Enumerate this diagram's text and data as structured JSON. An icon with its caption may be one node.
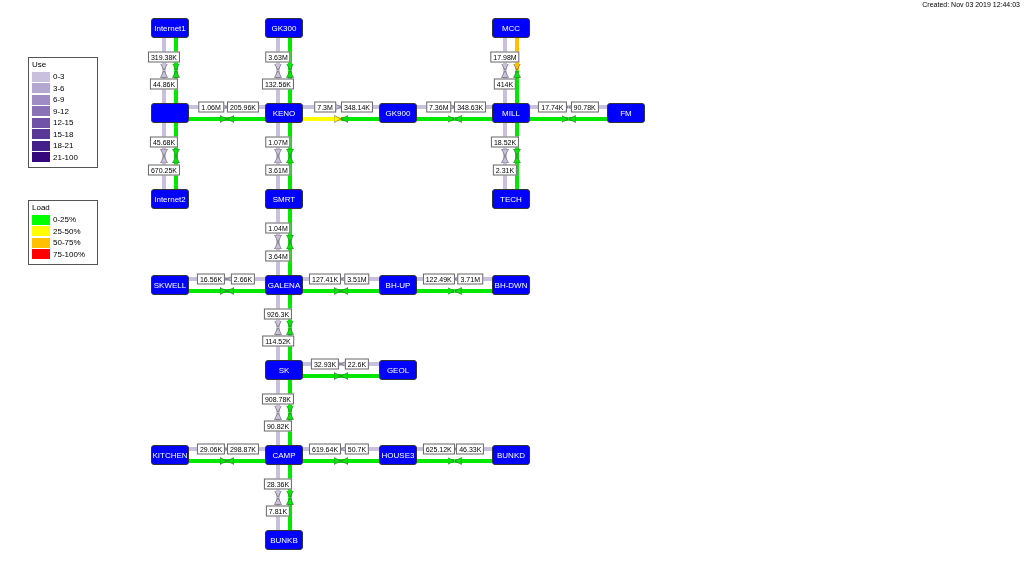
{
  "diagram": {
    "nodes": [
      {
        "text": [
          "Internet1"
        ]
      },
      {
        "text": [
          "GK300"
        ]
      },
      {
        "text": [
          "MCC"
        ]
      },
      {
        "text": [],
        "shape": "box"
      },
      {
        "text": [
          "KENO"
        ]
      },
      {
        "text": [
          "GK900"
        ]
      },
      {
        "text": [
          "MILL"
        ]
      },
      {
        "text": [
          "FM"
        ]
      },
      {
        "text": [
          "Internet2"
        ]
      },
      {
        "text": [
          "SMRT"
        ]
      },
      {
        "text": [
          "TECH"
        ]
      },
      {
        "text": [
          "SKWELL"
        ]
      },
      {
        "text": [
          "GALENA"
        ]
      },
      {
        "text": [
          "BH-UP"
        ]
      },
      {
        "text": [
          "BH-DWN"
        ]
      },
      {
        "text": [
          "SK"
        ]
      },
      {
        "text": [
          "GEOL"
        ]
      },
      {
        "text": [
          "KITCHEN"
        ]
      },
      {
        "text": [
          "CAMP"
        ]
      },
      {
        "text": [
          "HOUSE3"
        ]
      },
      {
        "text": [
          "BUNKD"
        ]
      },
      {
        "text": [
          "BUNKB"
        ]
      }
    ],
    "edges": [
      {
        "from": 0,
        "to": 3,
        "arrow": "to",
        "label": "319.38K"
      },
      {
        "from": 3,
        "to": 0,
        "arrow": "to",
        "label": "44.86K"
      },
      {
        "from": 3,
        "to": 4,
        "arrow": "to",
        "label": "1.06M"
      },
      {
        "from": 4,
        "to": 3,
        "arrow": "to",
        "label": "205.96K"
      },
      {
        "from": 1,
        "to": 4,
        "arrow": "to",
        "label": "3.63M"
      },
      {
        "from": 4,
        "to": 1,
        "arrow": "to",
        "label": "132.56K"
      },
      {
        "from": 4,
        "to": 5,
        "arrow": "to",
        "label": "7.3M",
        "color": "#ffff00"
      },
      {
        "from": 5,
        "to": 4,
        "arrow": "to",
        "label": "348.14K"
      },
      {
        "from": 5,
        "to": 6,
        "arrow": "to",
        "label": "7.36M"
      },
      {
        "from": 6,
        "to": 5,
        "arrow": "to",
        "label": "348.63K"
      },
      {
        "from": 2,
        "to": 6,
        "arrow": "to",
        "label": "17.98M",
        "color": "#ffc000"
      },
      {
        "from": 6,
        "to": 2,
        "arrow": "to",
        "label": "414K"
      },
      {
        "from": 6,
        "to": 7,
        "arrow": "to",
        "label": "17.74K"
      },
      {
        "from": 7,
        "to": 6,
        "arrow": "to",
        "label": "90.78K"
      },
      {
        "from": 3,
        "to": 8,
        "arrow": "to",
        "label": "45.68K"
      },
      {
        "from": 8,
        "to": 3,
        "arrow": "to",
        "label": "670.25K"
      },
      {
        "from": 4,
        "to": 9,
        "arrow": "to",
        "label": "1.07M"
      },
      {
        "from": 9,
        "to": 4,
        "arrow": "to",
        "label": "3.61M"
      },
      {
        "from": 6,
        "to": 10,
        "arrow": "to",
        "label": "18.52K"
      },
      {
        "from": 10,
        "to": 6,
        "arrow": "to",
        "label": "2.31K"
      },
      {
        "from": 9,
        "to": 12,
        "arrow": "to",
        "label": "1.04M"
      },
      {
        "from": 12,
        "to": 9,
        "arrow": "to",
        "label": "3.64M"
      },
      {
        "from": 11,
        "to": 12,
        "arrow": "to",
        "label": "16.56K"
      },
      {
        "from": 12,
        "to": 11,
        "arrow": "to",
        "label": "2.66K"
      },
      {
        "from": 12,
        "to": 13,
        "arrow": "to",
        "label": "127.41K"
      },
      {
        "from": 13,
        "to": 12,
        "arrow": "to",
        "label": "3.51M"
      },
      {
        "from": 13,
        "to": 14,
        "arrow": "to",
        "label": "122.49K"
      },
      {
        "from": 14,
        "to": 13,
        "arrow": "to",
        "label": "3.71M"
      },
      {
        "from": 12,
        "to": 15,
        "arrow": "to",
        "label": "926.3K"
      },
      {
        "from": 15,
        "to": 12,
        "arrow": "to",
        "label": "114.52K"
      },
      {
        "from": 15,
        "to": 16,
        "arrow": "to",
        "label": "32.93K"
      },
      {
        "from": 16,
        "to": 15,
        "arrow": "to",
        "label": "22.6K"
      },
      {
        "from": 15,
        "to": 18,
        "arrow": "to",
        "label": "908.78K"
      },
      {
        "from": 18,
        "to": 15,
        "arrow": "to",
        "label": "90.82K"
      },
      {
        "from": 17,
        "to": 18,
        "arrow": "to",
        "label": "29.06K"
      },
      {
        "from": 18,
        "to": 17,
        "arrow": "to",
        "label": "298.87K"
      },
      {
        "from": 18,
        "to": 19,
        "arrow": "to",
        "label": "619.64K"
      },
      {
        "from": 19,
        "to": 18,
        "arrow": "to",
        "label": "50.7K"
      },
      {
        "from": 19,
        "to": 20,
        "arrow": "to",
        "label": "625.12K"
      },
      {
        "from": 20,
        "to": 19,
        "arrow": "to",
        "label": "46.33K"
      },
      {
        "from": 18,
        "to": 21,
        "arrow": "to",
        "label": "28.36K"
      },
      {
        "from": 21,
        "to": 18,
        "arrow": "to",
        "label": "7.81K"
      }
    ],
    "labels": [
      "Created: Nov 03 2019 12:44:03",
      "Use",
      "Load"
    ],
    "legend": [
      {
        "text": "0-3",
        "color": "#c8c0dc"
      },
      {
        "text": "3-6",
        "color": "#b4a8d0"
      },
      {
        "text": "6-9",
        "color": "#a08cc4"
      },
      {
        "text": "9-12",
        "color": "#8a72b6"
      },
      {
        "text": "12-15",
        "color": "#7052a6"
      },
      {
        "text": "15-18",
        "color": "#5a3896"
      },
      {
        "text": "18-21",
        "color": "#44208a"
      },
      {
        "text": "21-100",
        "color": "#34087c"
      },
      {
        "text": "0-25%",
        "color": "#00ff00"
      },
      {
        "text": "25-50%",
        "color": "#ffff00"
      },
      {
        "text": "50-75%",
        "color": "#ffc000"
      },
      {
        "text": "75-100%",
        "color": "#ff0000"
      }
    ]
  }
}
